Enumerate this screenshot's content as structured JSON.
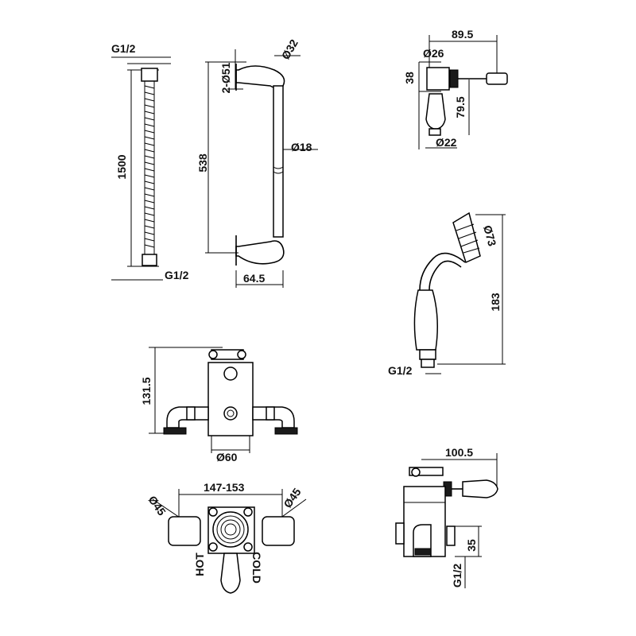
{
  "hose": {
    "thread_top": "G1/2",
    "length": "1500",
    "thread_bottom": "G1/2"
  },
  "rail": {
    "flange": "2-Ø51",
    "head": "Ø32",
    "pipe": "Ø18",
    "height": "538",
    "projection": "64.5"
  },
  "diverter": {
    "width": "89.5",
    "body": "Ø26",
    "height": "38",
    "lever_drop": "79.5",
    "base": "Ø22"
  },
  "handset": {
    "head": "Ø73",
    "length": "183",
    "thread": "G1/2"
  },
  "valve_front": {
    "height": "131.5",
    "outlet": "Ø60"
  },
  "valve_top": {
    "centres": "147-153",
    "left_cap": "Ø45",
    "right_cap": "Ø45",
    "hot_label": "HOT",
    "cold_label": "COLD"
  },
  "valve_side": {
    "depth": "100.5",
    "offset": "35",
    "thread": "G1/2"
  },
  "colors": {
    "line": "#000000",
    "text": "#111111",
    "background": "#ffffff"
  }
}
